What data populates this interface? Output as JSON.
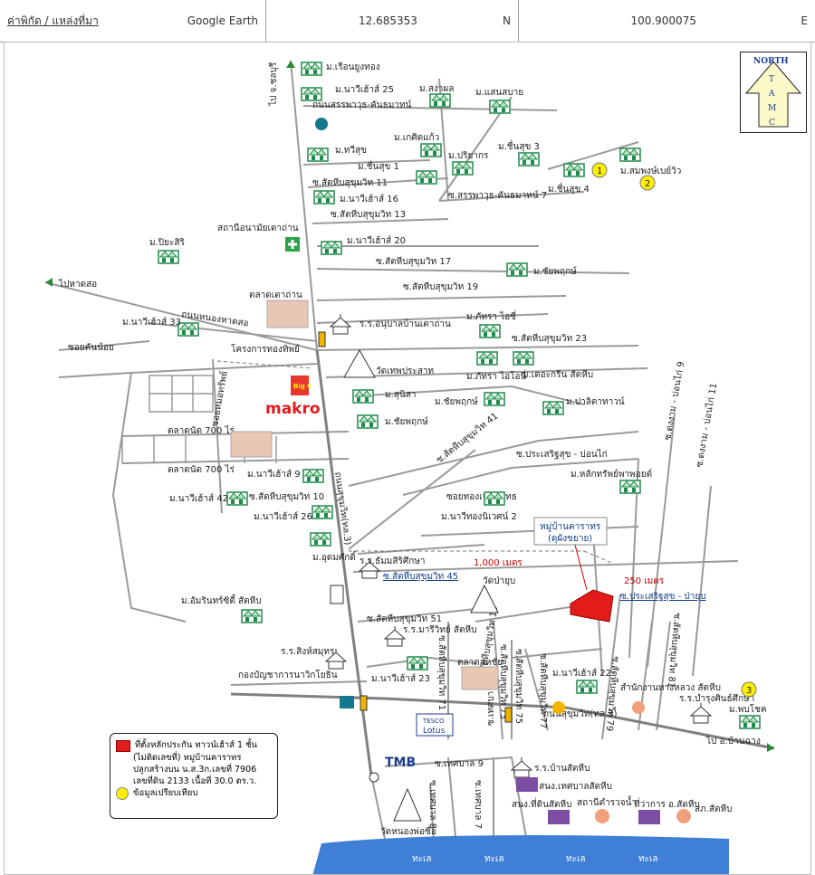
{
  "header": {
    "link_label": "ค่าพิกัด / แหล่งที่มา",
    "source": "Google Earth",
    "latitude": "12.685353",
    "lat_dir": "N",
    "longitude": "100.900075",
    "lon_dir": "E"
  },
  "compass": {
    "label": "NORTH",
    "letters": [
      "T",
      "A",
      "M",
      "C"
    ]
  },
  "roads": {
    "sukhumvit_main": "ถนนสุขุมวิท(ทล.3)",
    "to_ban_chang": "ไป อ.บ้านฉาง",
    "to_chonburi": "ไป จ.ชลบุรี",
    "to_beach": "ไปหาดสอ",
    "nong_hat_sok": "ถนนหนองหาดสอ",
    "sattahip_inner": "ถนนสุขุมวิท(ทล.3)",
    "sawan_road": "ถนนสรรพาวุธ-คันธมาทน์",
    "soi_sawan7": "ซ.สรรพาวุธ-คันธมาทน์ 7",
    "prasert_bonkai": "ซ.ประเสริฐสุข - บ่อนไก่",
    "prasert_pa_yup": "ซ.ประเสริฐสุข - ป่ายุบ",
    "soi_chiang_yot": "ซอยทองเจริญยุทธ",
    "soi_khan_noi": "ซอยคันน้อย",
    "soi_mo_sap": "ซอยหมอทรัพย์",
    "talat_nat_700_1": "ตลาดนัด 700 ไร่",
    "talat_nat_700_2": "ตลาดนัด 700 ไร่",
    "d_1000": "1,000 เมตร",
    "d_250": "250 เมตร",
    "thesaban9": "ซ.เทศบาล 9",
    "thesaban8": "ซ.เทศบาล 8",
    "thesaban7": "ซ.เทศบาล 7",
    "thesaban13": "ซ.เทศบาล 13",
    "sea": "ทะเล"
  },
  "sois": [
    "ซ.สัตหีบสุขุมวิท 11",
    "ซ.สัตหีบสุขุมวิท 13",
    "ซ.สัตหีบสุขุมวิท 17",
    "ซ.สัตหีบสุขุมวิท 19",
    "ซ.สัตหีบสุขุมวิท 23",
    "ซ.สัตหีบสุขุมวิท 41",
    "ซ.สัตหีบสุขุมวิท 10",
    "ซ.สัตหีบสุขุมวิท 45",
    "ซ.สัตหีบสุขุมวิท 51",
    "ซ.สัตหีบสุขุมวิท 71",
    "ซ.สัตหีบสุขุมวิท 73",
    "ซ.สัตหีบสุขุมวิท 75",
    "ซ.สัตหีบสุขุมวิท 77",
    "ซ.สัตหีบสุขุมวิท 79",
    "ซ.สัตหีบสุขุมวิท 81",
    "ซ.สัตหีบสุขุมวิท 19",
    "ซ.ดงงาม - บ่อนไก่ 11",
    "ซ.ดงงาม - บ่อนไก่ 9"
  ],
  "villages": [
    "ม.เรือนยูงทอง",
    "ม.นาวีเฮ้าส์ 25",
    "ม.สง่าผล",
    "ม.แสนสบาย",
    "ม.เกศิตแก้ว",
    "ม.ทวีสุข",
    "ม.ชื่นสุข 1",
    "ม.ปริยากร",
    "ม.ชื่นสุข 3",
    "ม.ชื่นสุข 4",
    "ม.สมพงษ์เบย์วิว",
    "ม.นาวีเฮ้าส์ 16",
    "ม.นาวีเฮ้าส์ 20",
    "ม.ปิยะสิริ",
    "ม.ชัยพฤกษ์",
    "ม.นาวีเฮ้าส์ 33",
    "ม.ภัทรา ไอซี่",
    "ม.ภัทรา ไอโอนี่",
    "ม.เดอะกรีน สัตหีบ",
    "ม.สุนิสา",
    "ม.ชัยพฤกษ์",
    "ม.ชัยพฤกษ์",
    "ม.ปาลิตาทาวน์",
    "ม.นาวีเฮ้าส์ 9",
    "ม.นาวีเฮ้าส์ 42",
    "ม.นาวีเฮ้าส์ 26",
    "ม.นาวีทองนิเวศน์ 2",
    "ม.หลักทรัพย์พาพอยต์",
    "ม.อุดมศักดิ์",
    "ม.อัมรินทร์ซิตี้ สัตหีบ",
    "ม.นาวีเฮ้าส์ 23",
    "ม.นาวีเฮ้าส์ 22",
    "ม.พบโชค"
  ],
  "places": {
    "health_station": "สถานีอนามัยเตาถ่าน",
    "talat_tao_than": "ตลาดเตาถ่าน",
    "school_anuban": "ร.ร.อนุบาลบ้านเตาถ่าน",
    "thong_thip": "โครงการทองทิพย์",
    "wat_prasat": "วัดเทพประสาท",
    "makro": "makro",
    "big_c": "Big C",
    "school_thammasiri": "ร.ร.ธัมมสิริศึกษา",
    "wat_pa_yup": "วัดป่ายุบ",
    "school_mareewitt": "ร.ร.มารีวิทย์ สัตหีบ",
    "school_singsamut": "ร.ร.สิงห์สมุทร",
    "navy_hq": "กองบัญชาการนาวิกโยธิน",
    "talat_sahachai": "ตลาดสหชัย",
    "highway_dept": "สำนักงานทางหลวง สัตหีบ",
    "school_bamrung": "ร.ร.บำรุงศินธ์ศึกษา",
    "tesco": "TESCO",
    "lotus": "Lotus",
    "tmb": "TMB",
    "school_ban_sattahip": "ร.ร.บ้านสัตหีบ",
    "thesaban_office": "สนง.เทศบาลสัตหีบ",
    "land_office": "สนง.ที่ดินสัตหีบ",
    "police_station": "สถานีตำรวจน้ำ",
    "district_office": "ที่ว่าการ อ.สัตหีบ",
    "hospital": "สภ.สัตหีบ",
    "wat_nong_phai": "วัดหนองพ่อซื่อ"
  },
  "project": {
    "name": "หมู่บ้านคาราทร",
    "sub": "(ดุผังขยาย)"
  },
  "markers": [
    "1",
    "2",
    "3"
  ],
  "legend": {
    "line1": "ที่ตั้งหลักประกัน ทาวน์เฮ้าส์ 1 ชั้น",
    "line2": "(ไม่ติดเลขที่) หมู่บ้านคาราทร",
    "line3": "ปลูกสร้างบน น.ส.3ก.เลขที่ 7906",
    "line4": "เลขที่ดิน 2133 เนื้อที่ 30.0 ตร.ว.",
    "line5": "ข้อมูลเปรียบเทียบ"
  },
  "colors": {
    "road": "#9a9a9a",
    "property": "#e21b1b",
    "marker": "#ffee00",
    "village": "#1f8a4a",
    "sea": "#3f7fd6"
  }
}
